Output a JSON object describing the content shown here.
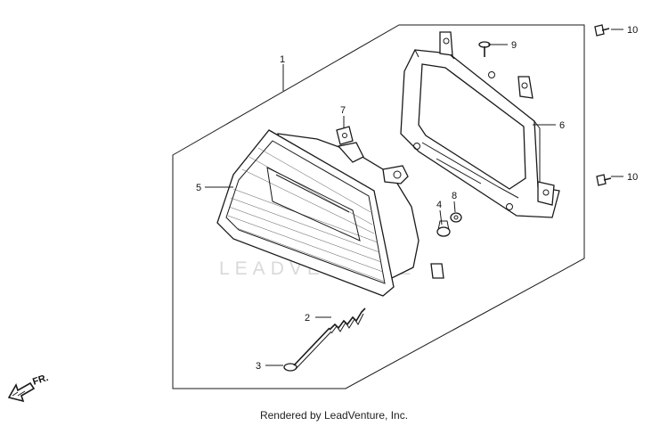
{
  "watermark": "LEADVENTURE",
  "footer": "Rendered by LeadVenture, Inc.",
  "direction_label": "FR.",
  "callouts": {
    "c1": "1",
    "c2": "2",
    "c3": "3",
    "c4": "4",
    "c5": "5",
    "c6": "6",
    "c7": "7",
    "c8": "8",
    "c9": "9",
    "c10a": "10",
    "c10b": "10"
  }
}
